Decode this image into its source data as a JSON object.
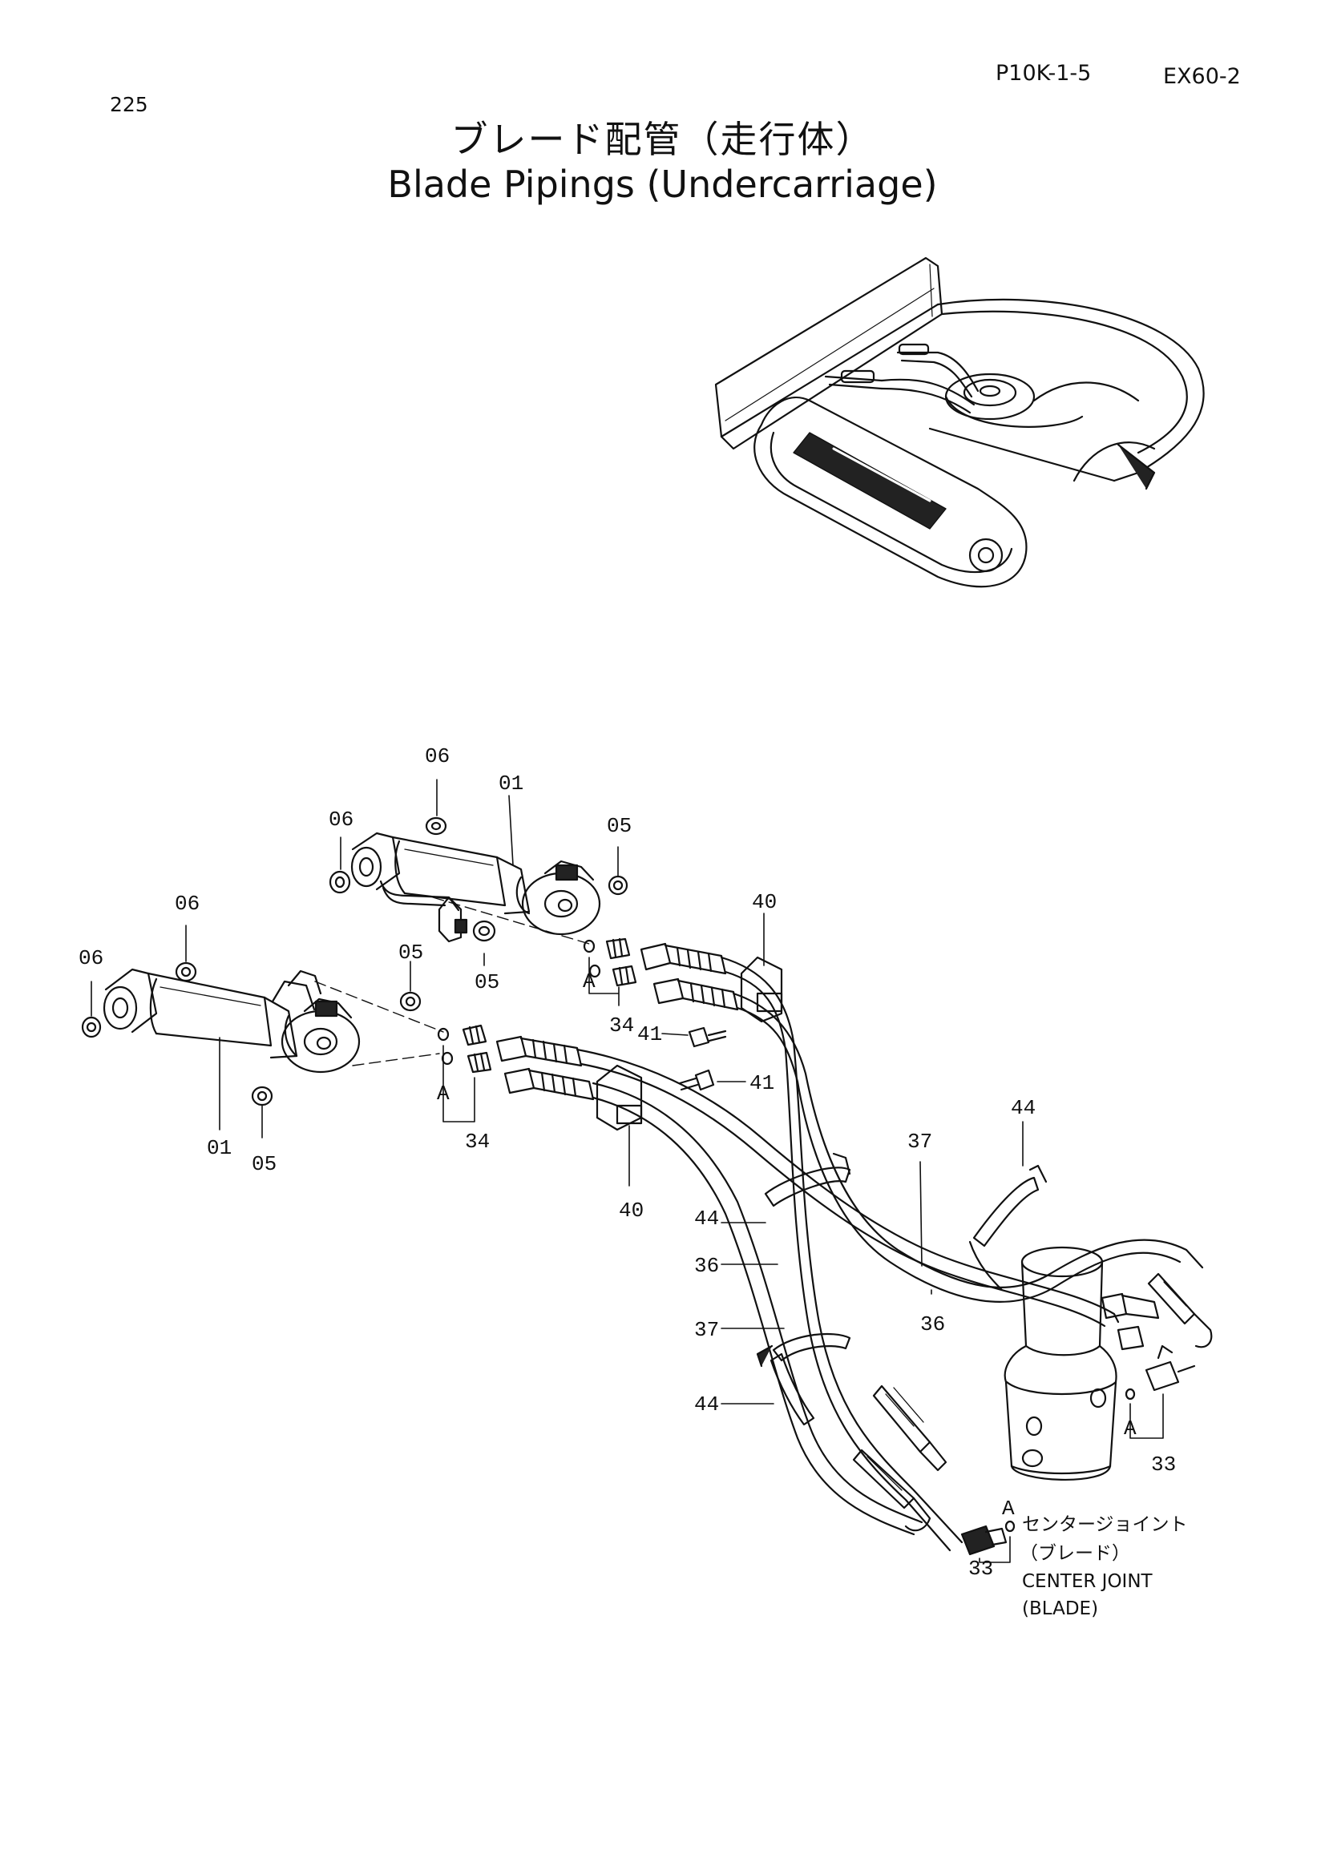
{
  "header": {
    "page_number": "225",
    "reference_code": "P10K-1-5",
    "model": "EX60-2",
    "title_jp": "ブレード配管（走行体）",
    "title_en": "Blade Pipings (Undercarriage)"
  },
  "callouts": [
    {
      "id": "c1",
      "text": "06"
    },
    {
      "id": "c2",
      "text": "01"
    },
    {
      "id": "c3",
      "text": "06"
    },
    {
      "id": "c4",
      "text": "05"
    },
    {
      "id": "c5",
      "text": "06"
    },
    {
      "id": "c6",
      "text": "06"
    },
    {
      "id": "c7",
      "text": "05"
    },
    {
      "id": "c8",
      "text": "05"
    },
    {
      "id": "c9",
      "text": "40"
    },
    {
      "id": "c10",
      "text": "A"
    },
    {
      "id": "c11",
      "text": "34"
    },
    {
      "id": "c12",
      "text": "41"
    },
    {
      "id": "c13",
      "text": "A"
    },
    {
      "id": "c14",
      "text": "41"
    },
    {
      "id": "c15",
      "text": "34"
    },
    {
      "id": "c16",
      "text": "01"
    },
    {
      "id": "c17",
      "text": "05"
    },
    {
      "id": "c18",
      "text": "40"
    },
    {
      "id": "c19",
      "text": "44"
    },
    {
      "id": "c20",
      "text": "37"
    },
    {
      "id": "c21",
      "text": "44"
    },
    {
      "id": "c22",
      "text": "36"
    },
    {
      "id": "c23",
      "text": "36"
    },
    {
      "id": "c24",
      "text": "37"
    },
    {
      "id": "c25",
      "text": "44"
    },
    {
      "id": "c26",
      "text": "A"
    },
    {
      "id": "c27",
      "text": "33"
    },
    {
      "id": "c28",
      "text": "A"
    },
    {
      "id": "c29",
      "text": "33"
    }
  ],
  "center_joint_label": {
    "line1": "センタージョイント",
    "line2": "（ブレード）",
    "line3": "CENTER JOINT",
    "line4": "(BLADE)"
  }
}
